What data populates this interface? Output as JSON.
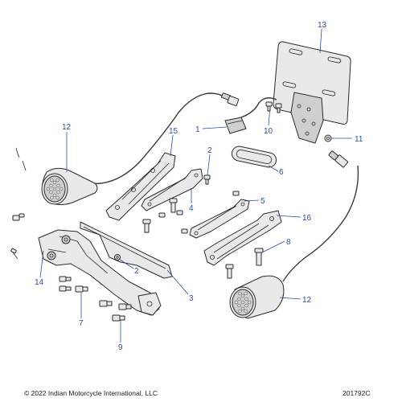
{
  "diagram": {
    "callouts": [
      {
        "id": "c1",
        "label": "1"
      },
      {
        "id": "c2a",
        "label": "2"
      },
      {
        "id": "c2b",
        "label": "2"
      },
      {
        "id": "c3",
        "label": "3"
      },
      {
        "id": "c4",
        "label": "4"
      },
      {
        "id": "c5",
        "label": "5"
      },
      {
        "id": "c6",
        "label": "6"
      },
      {
        "id": "c7",
        "label": "7"
      },
      {
        "id": "c8",
        "label": "8"
      },
      {
        "id": "c9",
        "label": "9"
      },
      {
        "id": "c10",
        "label": "10"
      },
      {
        "id": "c11",
        "label": "11"
      },
      {
        "id": "c12a",
        "label": "12"
      },
      {
        "id": "c12b",
        "label": "12"
      },
      {
        "id": "c13",
        "label": "13"
      },
      {
        "id": "c14",
        "label": "14"
      },
      {
        "id": "c15",
        "label": "15"
      },
      {
        "id": "c16",
        "label": "16"
      }
    ]
  },
  "footer": {
    "copyright": "© 2022 Indian Motorcycle International, LLC",
    "figure_id": "201792C"
  }
}
